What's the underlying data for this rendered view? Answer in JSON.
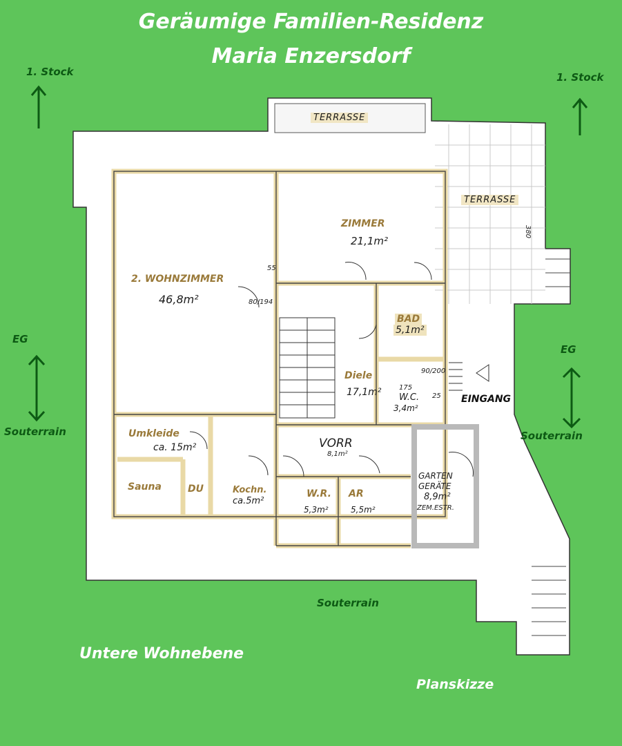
{
  "title": {
    "line1": "Geräumige Familien-Residenz",
    "line2": "Maria Enzersdorf"
  },
  "floor_labels": {
    "stock_left": "1. Stock",
    "stock_right": "1. Stock",
    "eg_left": "EG",
    "eg_right": "EG",
    "souterrain_left": "Souterrain",
    "souterrain_right": "Souterrain",
    "souterrain_bottom": "Souterrain"
  },
  "footer": {
    "level": "Untere Wohnebene",
    "sketch": "Planskizze"
  },
  "entrance": "EINGANG",
  "terraces": [
    "TERRASSE",
    "TERRASSE"
  ],
  "rooms": {
    "wohnzimmer": {
      "name": "2. WOHNZIMMER",
      "area": "46,8m²"
    },
    "zimmer": {
      "name": "ZIMMER",
      "area": "21,1m²"
    },
    "bad": {
      "name": "BAD",
      "area": "5,1m²"
    },
    "diele": {
      "name": "Diele",
      "area": "17,1m²"
    },
    "wc": {
      "name": "W.C.",
      "area": "3,4m²"
    },
    "umkleide": {
      "name": "Umkleide",
      "area": "ca. 15m²"
    },
    "sauna": {
      "name": "Sauna"
    },
    "du": {
      "name": "DU"
    },
    "kochn": {
      "name": "Kochn.",
      "area": "ca.5m²"
    },
    "vorr": {
      "name": "VORR",
      "area": "8,1m²"
    },
    "wr": {
      "name": "W.R.",
      "area": "5,3m²"
    },
    "ar": {
      "name": "AR",
      "area": "5,5m²"
    },
    "gartengeraete": {
      "name1": "GARTEN",
      "name2": "GERÄTE",
      "area": "8,9m²",
      "note": "ZEM.ESTR."
    }
  },
  "dimensions": {
    "d55": "55",
    "door1": "80/194",
    "door2": "90/200",
    "d175": "175",
    "d25": "25",
    "d380": "380"
  },
  "colors": {
    "background": "#5ec55a",
    "arrow": "#0d5a14",
    "wall_highlight": "#e9d9a6"
  }
}
